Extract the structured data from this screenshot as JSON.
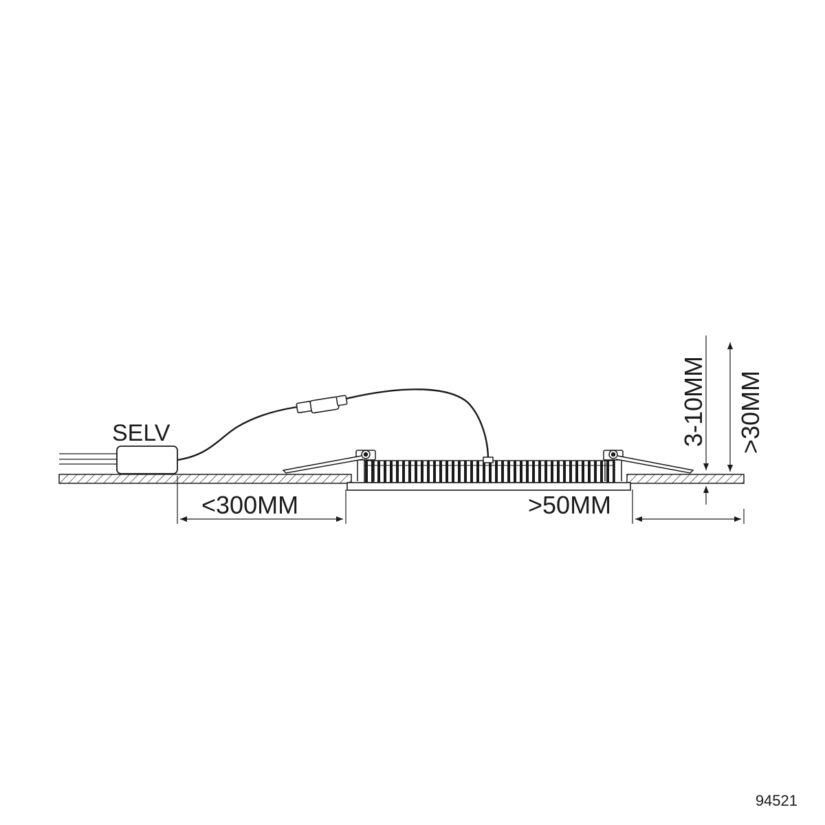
{
  "diagram": {
    "driver_label": "SELV",
    "dim_distance_driver": "<300MM",
    "dim_clearance_side": ">50MM",
    "dim_ceiling_thickness": "3-10MM",
    "dim_install_depth": ">30MM",
    "article_number": "94521"
  },
  "colors": {
    "line": "#1a1a1a",
    "background": "#ffffff"
  }
}
